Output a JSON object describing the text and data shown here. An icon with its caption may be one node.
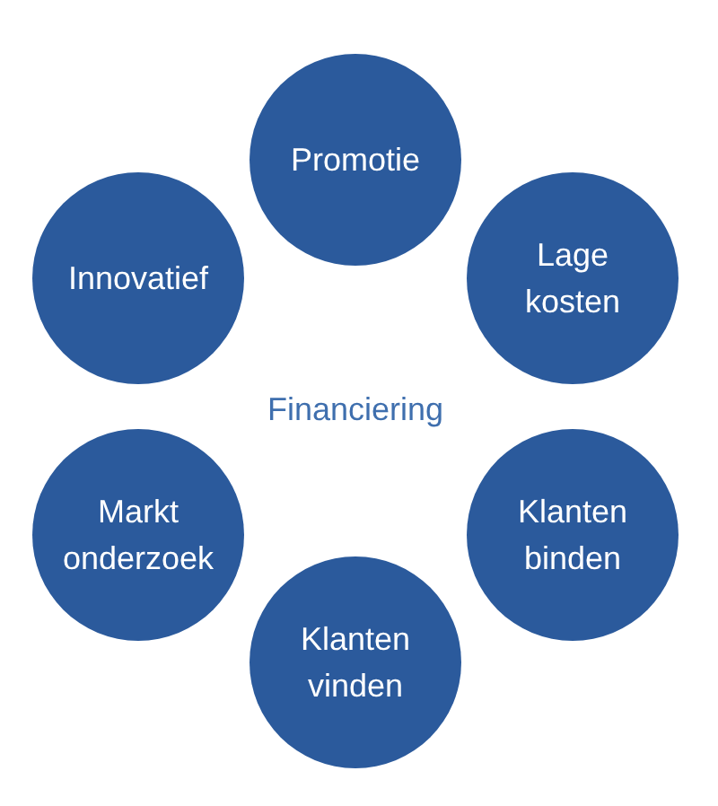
{
  "diagram": {
    "nodes": [
      {
        "text": [
          "Promotie"
        ]
      },
      {
        "text": [
          "Innovatief"
        ]
      },
      {
        "text": [
          "Lage kosten"
        ]
      },
      {
        "text": [
          "Markt onderzoek"
        ]
      },
      {
        "text": [
          "Klanten binden"
        ]
      },
      {
        "text": [
          "Klanten vinden"
        ]
      }
    ],
    "edges": [],
    "labels": [
      "Financiering"
    ]
  }
}
